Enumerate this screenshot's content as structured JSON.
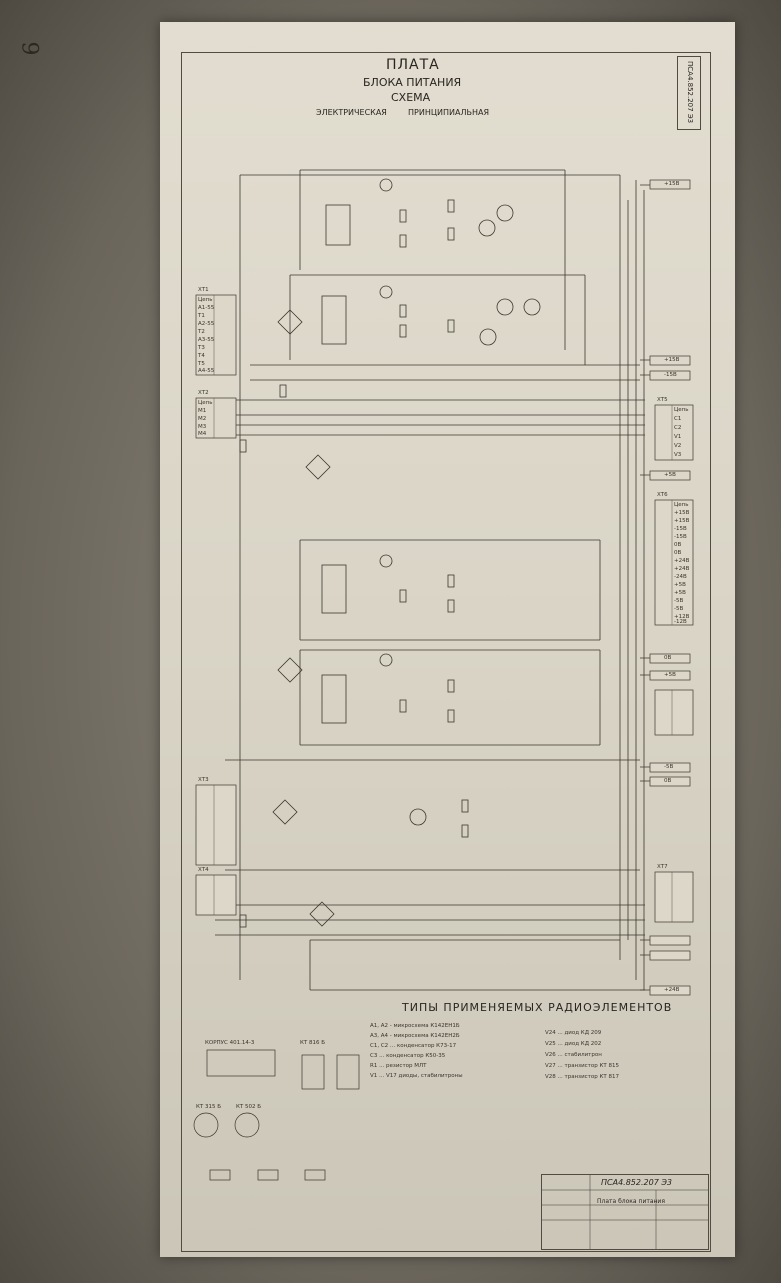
{
  "page_number": "9",
  "title": {
    "line1": "ПЛАТА",
    "line2": "БЛОКА ПИТАНИЯ",
    "line3": "СХЕМА",
    "line4a": "ЭЛЕКТРИЧЕСКАЯ",
    "line4b": "ПРИНЦИПИАЛЬНАЯ"
  },
  "doc_code": "ПСА4.852.207 Э3",
  "types_heading": "ТИПЫ ПРИМЕНЯЕМЫХ РАДИОЭЛЕМЕНТОВ",
  "component_labels": {
    "package_a": "КОРПУС 401.14-3",
    "package_b": "КТ 816 Б",
    "package_c": "КТ 315 Б",
    "package_d": "КТ 502 Б"
  },
  "spec_lines": [
    "А1, А2 - микросхема  К142ЕН1Б",
    "А3, А4 - микросхема  К142ЕН2Б",
    "С1, С2 ... конденсатор К73-17",
    "С3 ... конденсатор К50-35",
    "R1 ... резистор МЛТ",
    "V1 ... V17 диоды, стабилитроны"
  ],
  "spec_lines_right": [
    "V24 ... диод  КД 209",
    "V25 ... диод  КД 202",
    "V26 ... стабилитрон",
    "V27 ... транзистор КТ 815",
    "V28 ... транзистор КТ 817"
  ],
  "connectors": {
    "xt1": "ХТ1",
    "xt2": "ХТ2",
    "xt3": "ХТ3",
    "xt4": "ХТ4",
    "xt5": "ХТ5",
    "xt6": "ХТ6",
    "xt7": "ХТ7",
    "xt1_rows": [
      "Цепь",
      "А1-55",
      "Т1",
      "А2-55",
      "Т2",
      "А3-55",
      "Т3",
      "Т4",
      "Т5",
      "А4-55"
    ],
    "xt2_rows": [
      "Цепь",
      "М1",
      "М2",
      "М3",
      "М4"
    ],
    "xt5_rows": [
      "Цепь",
      "С1",
      "С2",
      "V1",
      "V2",
      "V3"
    ],
    "xt6_rows": [
      "Цепь",
      "+15В",
      "+15В",
      "-15В",
      "-15В",
      "0В",
      "0В",
      "+24В",
      "+24В",
      "-24В",
      "+5В",
      "+5В",
      "-5В",
      "-5В",
      "+12В",
      "-12В"
    ],
    "right_labels": [
      "+15В",
      "+15В",
      "-15В",
      "+5В",
      "0В",
      "+5В",
      "-5В",
      "0В",
      "+24В"
    ]
  },
  "stamp": {
    "code": "ПСА4.852.207 Э3",
    "name": "Плата блока питания"
  }
}
